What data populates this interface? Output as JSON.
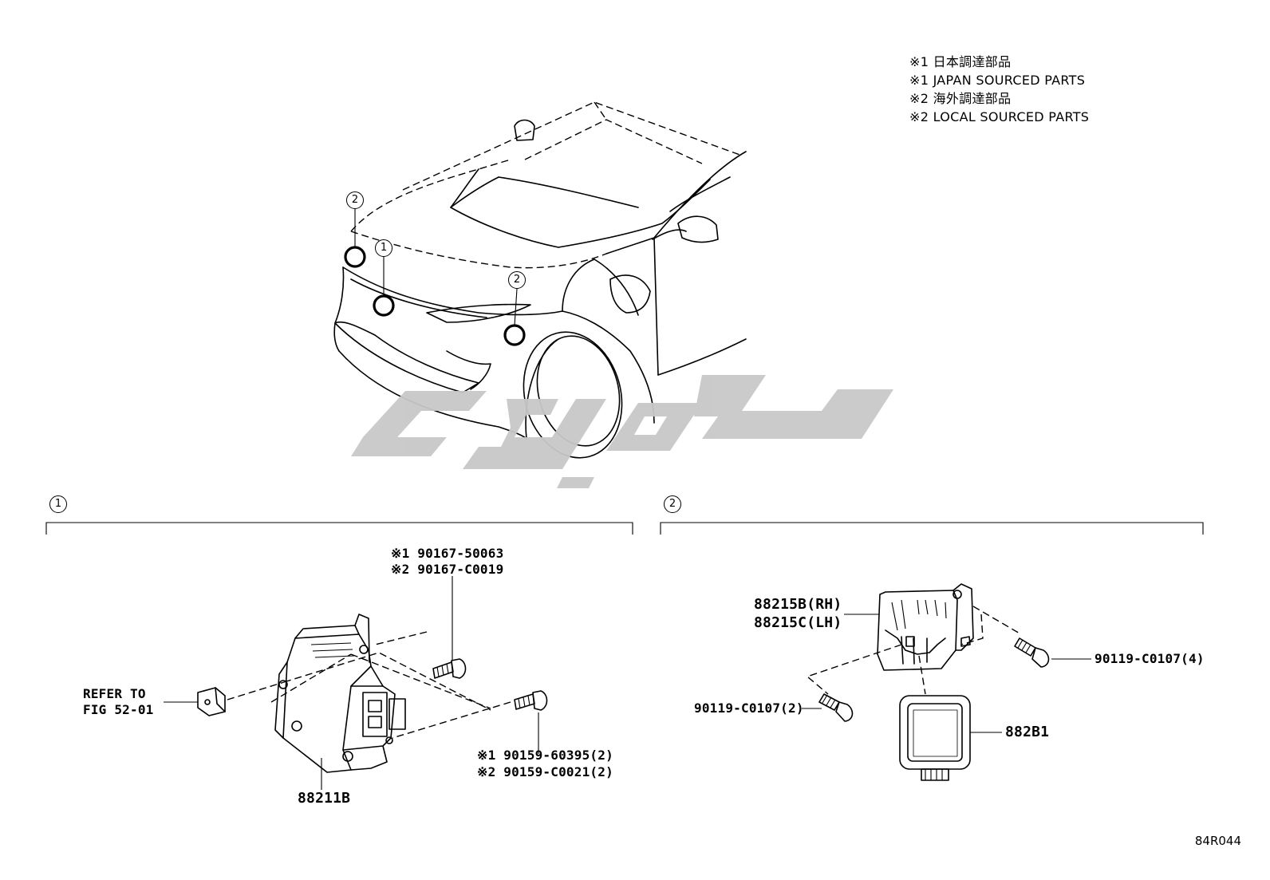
{
  "legend": {
    "line1": "※1 日本調達部品",
    "line2": "※1 JAPAN SOURCED PARTS",
    "line3": "※2 海外調達部品",
    "line4": "※2 LOCAL SOURCED PARTS"
  },
  "sections": {
    "one": "1",
    "two": "2"
  },
  "callouts": {
    "top_left": "2",
    "middle": "1",
    "right": "2"
  },
  "section1": {
    "bolt_top_1": "※1 90167-50063",
    "bolt_top_2": "※2 90167-C0019",
    "refer_1": "REFER TO",
    "refer_2": "FIG 52-01",
    "bolt_bottom_1": "※1 90159-60395(2)",
    "bolt_bottom_2": "※2 90159-C0021(2)",
    "part_main": "88211B"
  },
  "section2": {
    "bracket_rh": "88215B(RH)",
    "bracket_lh": "88215C(LH)",
    "bolt_right": "90119-C0107(4)",
    "bolt_left": "90119-C0107(2)",
    "sensor": "882B1"
  },
  "diagram_code": "84R044",
  "colors": {
    "line": "#000000",
    "watermark": "#c8c8c8"
  }
}
